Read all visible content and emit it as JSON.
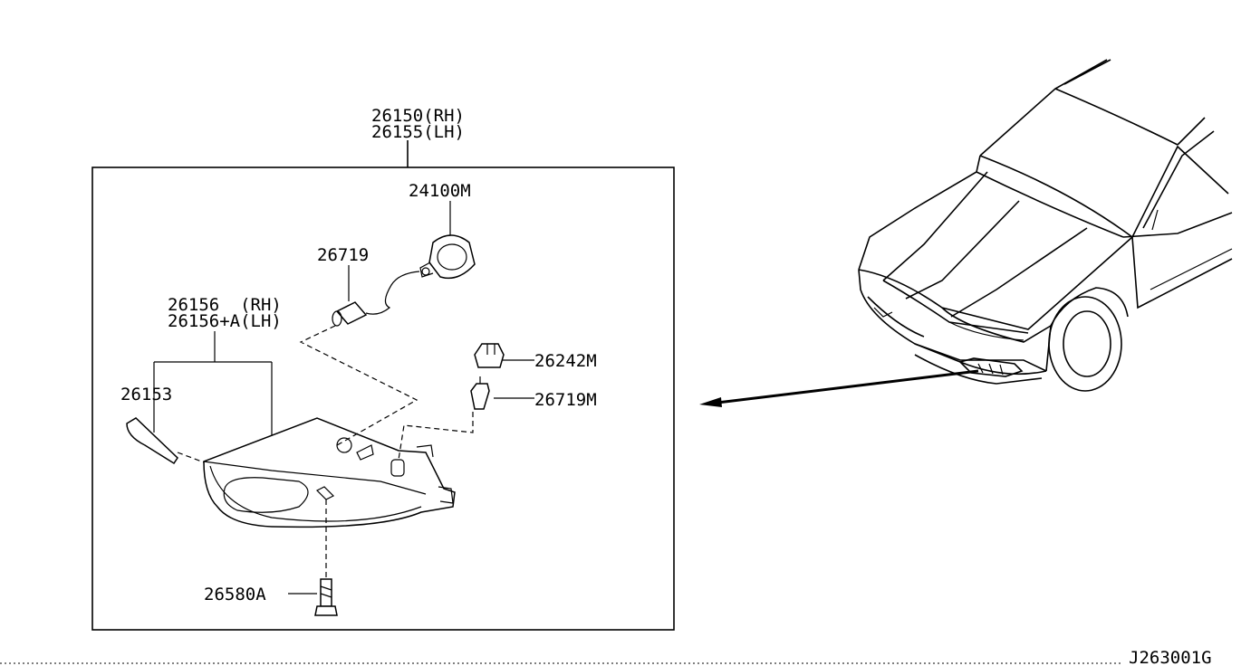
{
  "diagram_id": "J263001G",
  "labels": {
    "assy_rh": "26150(RH)",
    "assy_lh": "26155(LH)",
    "bulb": "24100M",
    "harness": "26719",
    "lens_rh": "26156  (RH)",
    "lens_lh": "26156+A(LH)",
    "bezel": "26153",
    "socket": "26242M",
    "socket_harness": "26719M",
    "screw": "26580A"
  }
}
